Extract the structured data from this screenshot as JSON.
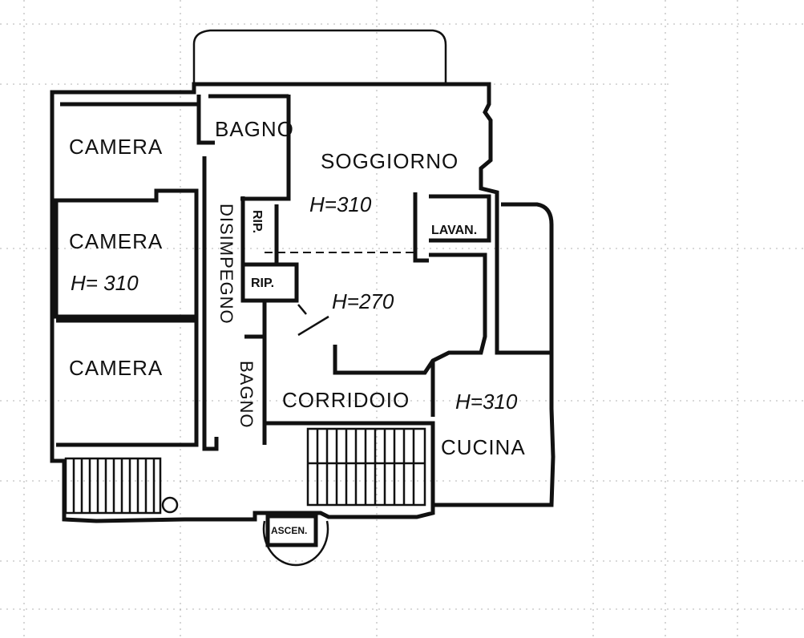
{
  "rooms": {
    "camera_top": "CAMERA",
    "camera_middle": "CAMERA",
    "camera_middle_height": "H= 310",
    "camera_bottom": "CAMERA",
    "bagno_top": "BAGNO",
    "disimpegno": "DISIMPEGNO",
    "ripostiglio_vertical": "RIP.",
    "ripostiglio": "RIP.",
    "bagno_side": "BAGNO",
    "soggiorno": "SOGGIORNO",
    "soggiorno_height": "H=310",
    "hall_height": "H=270",
    "lavanderia": "LAVAN.",
    "corridoio": "CORRIDOIO",
    "cucina_height": "H=310",
    "cucina": "CUCINA",
    "ascensore": "ASCEN."
  }
}
